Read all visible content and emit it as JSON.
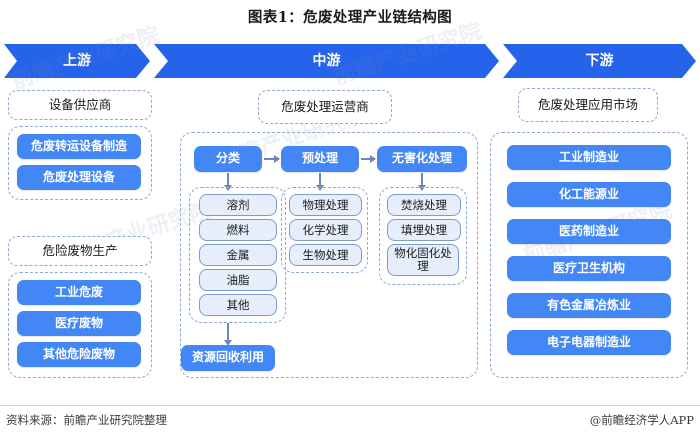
{
  "title": "图表1：危废处理产业链结构图",
  "chain_header": [
    {
      "key": "upstream",
      "label": "上游"
    },
    {
      "key": "midstream",
      "label": "中游"
    },
    {
      "key": "downstream",
      "label": "下游"
    }
  ],
  "upstream": {
    "group1_title": "设备供应商",
    "group1_items": [
      "危废转运设备制造",
      "危废处理设备"
    ],
    "group2_title": "危险废物生产",
    "group2_items": [
      "工业危废",
      "医疗废物",
      "其他危险废物"
    ]
  },
  "midstream": {
    "title": "危废处理运营商",
    "stages": [
      {
        "label": "分类",
        "children": [
          "溶剂",
          "燃料",
          "金属",
          "油脂",
          "其他"
        ]
      },
      {
        "label": "预处理",
        "children": [
          "物理处理",
          "化学处理",
          "生物处理"
        ]
      },
      {
        "label": "无害化处理",
        "children": [
          "焚烧处理",
          "填埋处理",
          "物化固化处理"
        ]
      }
    ],
    "output": "资源回收利用"
  },
  "downstream": {
    "title": "危废处理应用市场",
    "items": [
      "工业制造业",
      "化工能源业",
      "医药制造业",
      "医疗卫生机构",
      "有色金属冶炼业",
      "电子电器制造业"
    ]
  },
  "footer": {
    "source": "资料来源：前瞻产业研究院整理",
    "app": "@前瞻经济学人APP"
  },
  "watermark": "前瞻产业研究院",
  "colors": {
    "chevron": "#2563eb",
    "pill": "#4287f5",
    "light_pill_bg": "#e7eefb",
    "dashed_border": "#8fa9d6",
    "arrow": "#6b86b8"
  }
}
